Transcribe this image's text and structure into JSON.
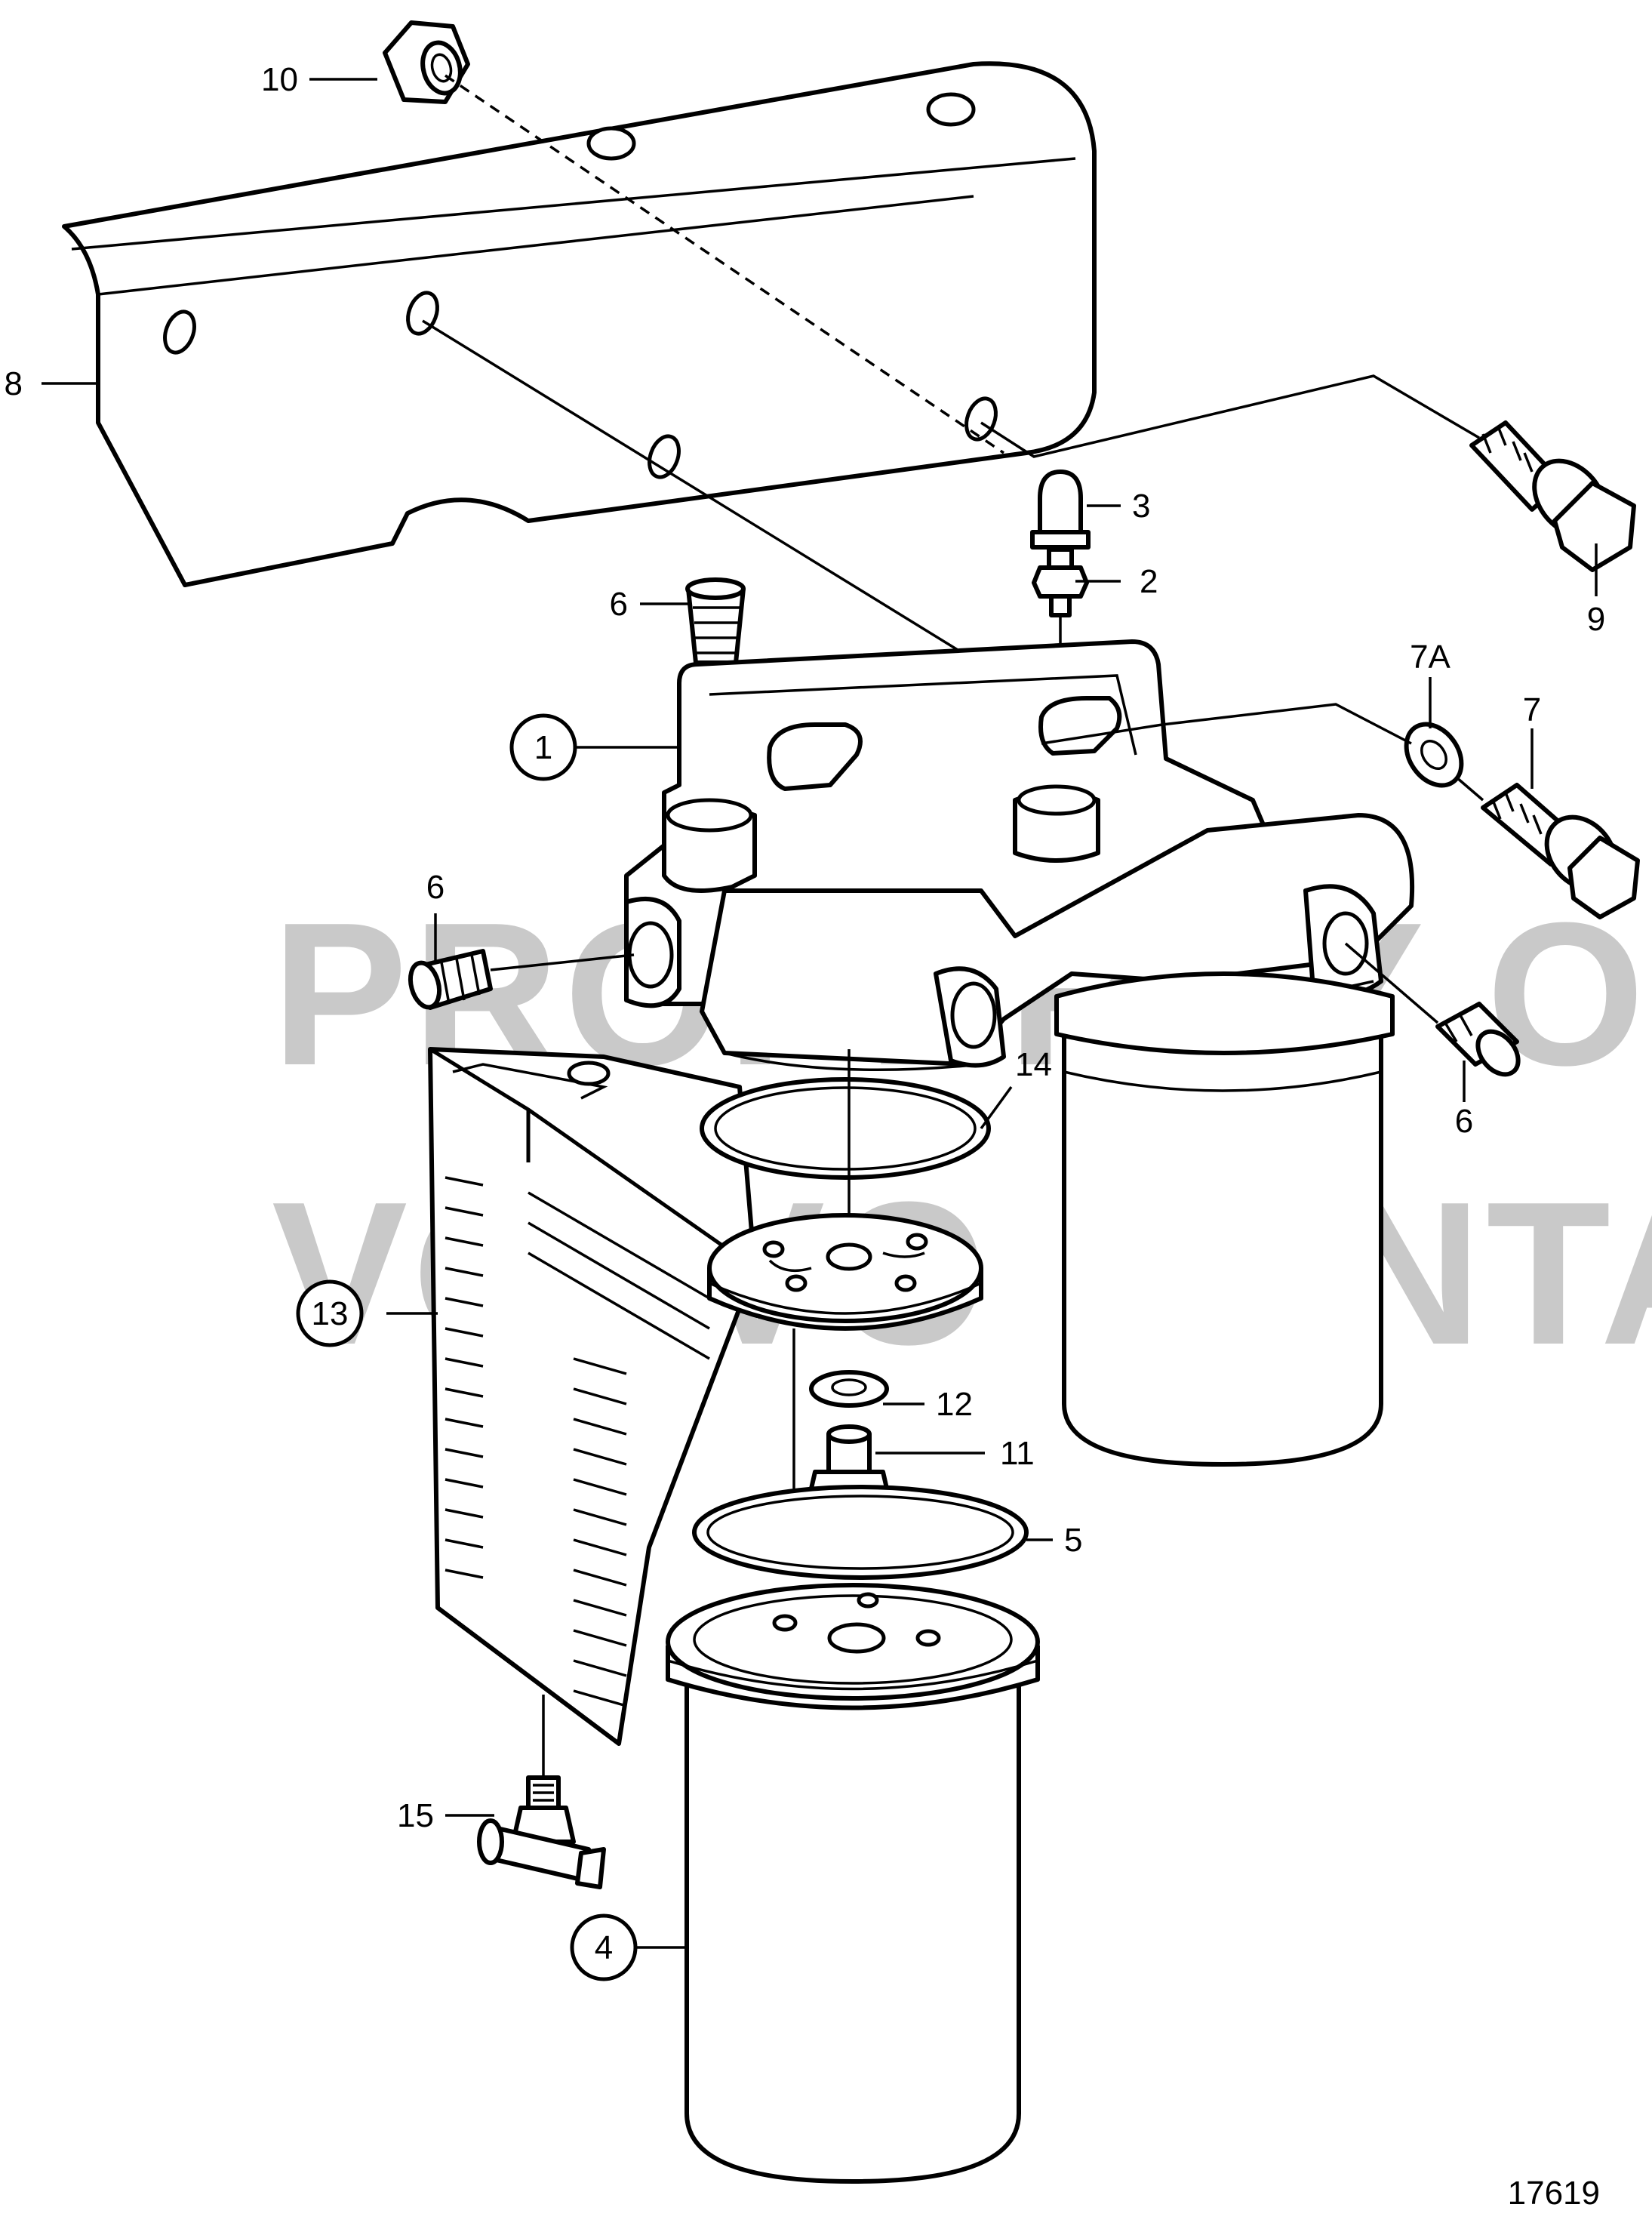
{
  "diagram": {
    "watermark": {
      "line1": "PROPERTY OF",
      "line2": "VOLVO PENTA"
    },
    "drawing_number": "17619",
    "callouts": {
      "c1": "1",
      "c2": "2",
      "c3": "3",
      "c4": "4",
      "c5": "5",
      "c6a": "6",
      "c6b": "6",
      "c6c": "6",
      "c7": "7",
      "c7a": "7A",
      "c8": "8",
      "c9": "9",
      "c10": "10",
      "c11": "11",
      "c12": "12",
      "c13": "13",
      "c14": "14",
      "c15": "15"
    }
  }
}
